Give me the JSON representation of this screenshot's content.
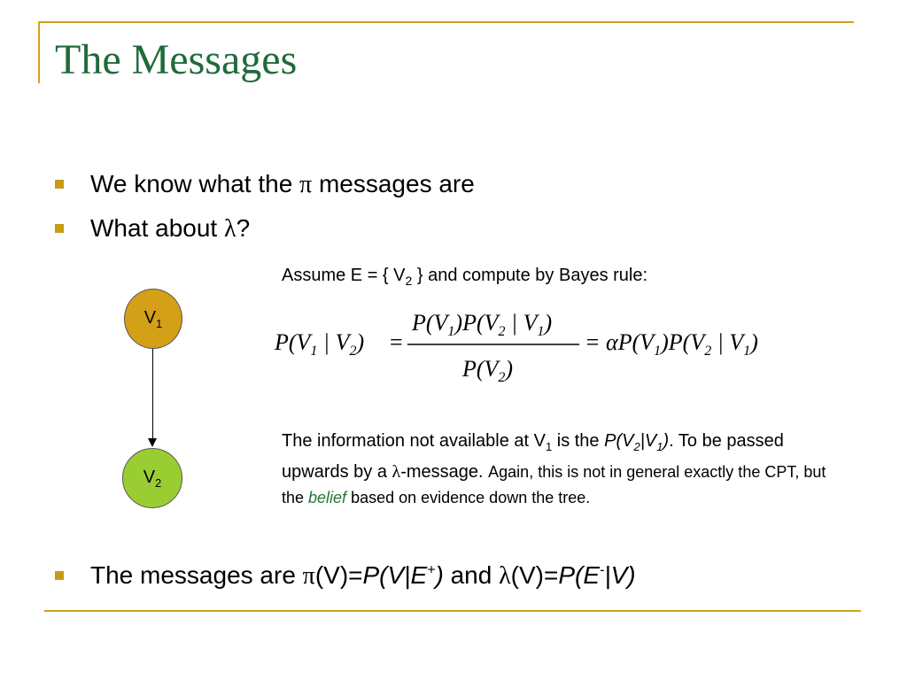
{
  "title": "The Messages",
  "bullets": [
    {
      "before": "We know what the ",
      "symbol": "π",
      "after": " messages are"
    },
    {
      "before": "What about ",
      "symbol": "λ",
      "after": "?"
    }
  ],
  "nodes": [
    {
      "label": "V",
      "sub": "1",
      "color": "#d4a017"
    },
    {
      "label": "V",
      "sub": "2",
      "color": "#9acd32"
    }
  ],
  "assume": {
    "before": "Assume E = { V",
    "sub": "2",
    "after": " } and compute by Bayes rule:"
  },
  "equation": {
    "lhs": [
      "P(V",
      "1",
      " | V",
      "2",
      ")"
    ],
    "equals": "=",
    "numerator": [
      "P(V",
      "1",
      ")P(V",
      "2",
      " | V",
      "1",
      ")"
    ],
    "denominator": [
      "P(V",
      "2",
      ")"
    ],
    "rhs": [
      "= αP(V",
      "1",
      ")P(V",
      "2",
      " | V",
      "1",
      ")"
    ]
  },
  "info": {
    "p1": "The information not available at V",
    "p1_sub": "1",
    "p2": " is the ",
    "p3_italic": "P(V",
    "p3_sub": "2",
    "p3_italic_b": "|V",
    "p3_sub_b": "1",
    "p3_italic_c": ")",
    "p4": ". To be passed upwards by a ",
    "lambda": "λ",
    "p5": "-message. ",
    "p6_small": "Again, this is not in general exactly the CPT, but the ",
    "belief": "belief",
    "p7_small": " based on evidence down the tree."
  },
  "bottom": {
    "t1": "The messages are ",
    "pi": "π",
    "t2": "(V)=",
    "t3": "P(V|E",
    "t3_sup": "+",
    "t3b": ")",
    "t4": " and ",
    "lambda": "λ",
    "t5": "(V)=",
    "t6": "P(E",
    "t6_sup": "-",
    "t6b": "|V)"
  },
  "colors": {
    "title": "#1f6b3a",
    "accent": "#d4a017",
    "belief": "#1f7a34"
  }
}
